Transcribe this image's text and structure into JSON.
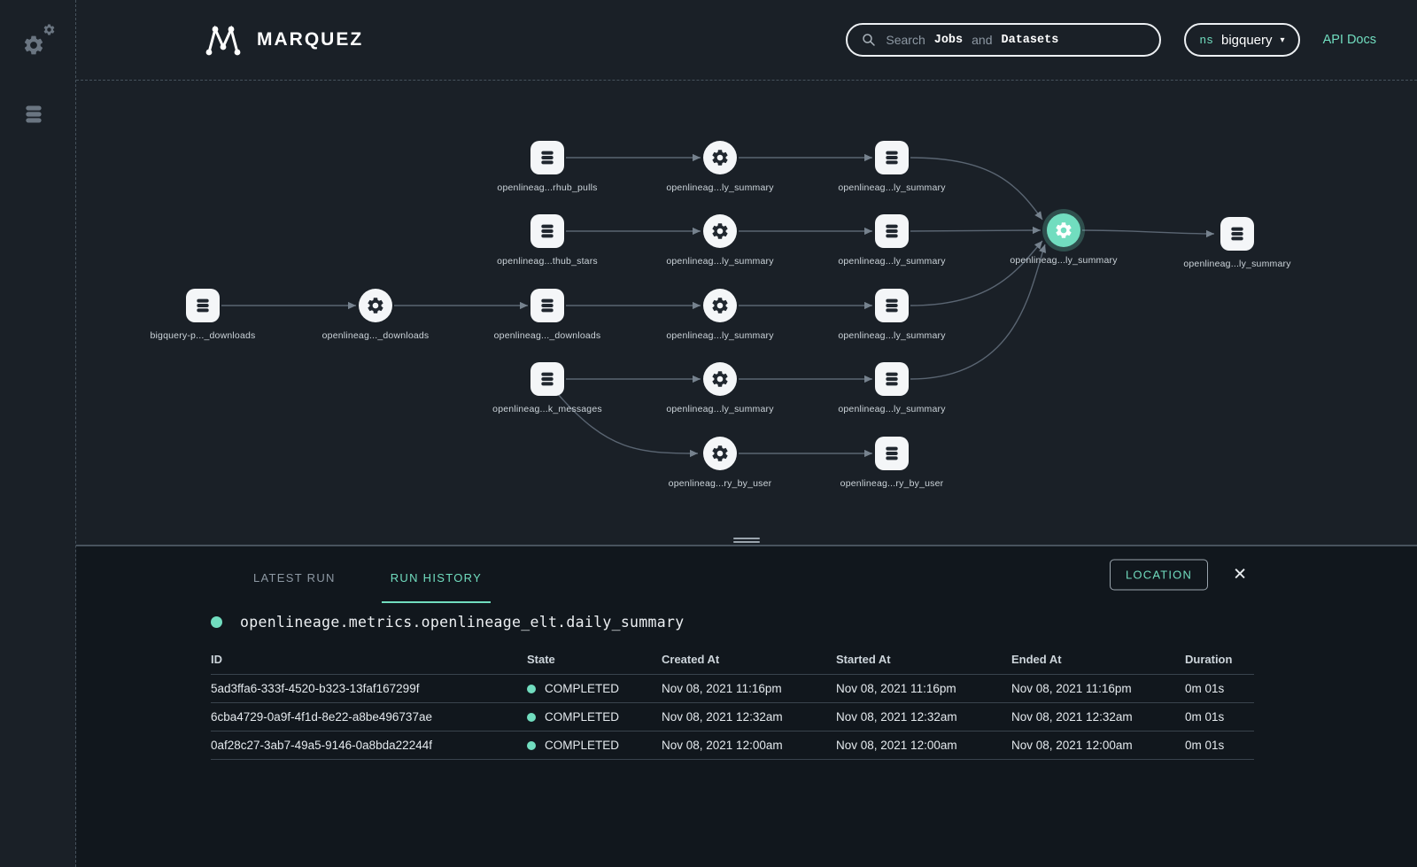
{
  "app": {
    "title": "MARQUEZ"
  },
  "header": {
    "search": {
      "prefix": "Search",
      "jobs": "Jobs",
      "and": "and",
      "datasets": "Datasets"
    },
    "namespace": {
      "label": "ns",
      "value": "bigquery",
      "caret": "▾"
    },
    "api_docs": "API Docs"
  },
  "sidebar": {
    "items": [
      {
        "name": "jobs",
        "icon": "gears-icon"
      },
      {
        "name": "datasets",
        "icon": "database-icon"
      }
    ]
  },
  "graph": {
    "nodes": [
      {
        "type": "dataset",
        "label": "openlineag...rhub_pulls"
      },
      {
        "type": "job",
        "label": "openlineag...ly_summary"
      },
      {
        "type": "dataset",
        "label": "openlineag...ly_summary"
      },
      {
        "type": "dataset",
        "label": "openlineag...thub_stars"
      },
      {
        "type": "job",
        "label": "openlineag...ly_summary"
      },
      {
        "type": "dataset",
        "label": "openlineag...ly_summary"
      },
      {
        "type": "dataset",
        "label": "bigquery-p..._downloads"
      },
      {
        "type": "job",
        "label": "openlineag..._downloads"
      },
      {
        "type": "dataset",
        "label": "openlineag..._downloads"
      },
      {
        "type": "job",
        "label": "openlineag...ly_summary"
      },
      {
        "type": "dataset",
        "label": "openlineag...ly_summary"
      },
      {
        "type": "dataset",
        "label": "openlineag...k_messages"
      },
      {
        "type": "job",
        "label": "openlineag...ly_summary"
      },
      {
        "type": "dataset",
        "label": "openlineag...ly_summary"
      },
      {
        "type": "job",
        "label": "openlineag...ry_by_user"
      },
      {
        "type": "dataset",
        "label": "openlineag...ry_by_user"
      },
      {
        "type": "job-selected",
        "label": "openlineag...ly_summary"
      },
      {
        "type": "dataset",
        "label": "openlineag...ly_summary"
      }
    ]
  },
  "panel": {
    "tabs": [
      {
        "label": "LATEST RUN",
        "active": false
      },
      {
        "label": "RUN HISTORY",
        "active": true
      }
    ],
    "location_button": "LOCATION",
    "close_icon": "✕",
    "job_title": "openlineage.metrics.openlineage_elt.daily_summary",
    "table": {
      "headers": [
        "ID",
        "State",
        "Created At",
        "Started At",
        "Ended At",
        "Duration"
      ],
      "rows": [
        {
          "id": "5ad3ffa6-333f-4520-b323-13faf167299f",
          "state": "COMPLETED",
          "created_at": "Nov 08, 2021 11:16pm",
          "started_at": "Nov 08, 2021 11:16pm",
          "ended_at": "Nov 08, 2021 11:16pm",
          "duration": "0m 01s"
        },
        {
          "id": "6cba4729-0a9f-4f1d-8e22-a8be496737ae",
          "state": "COMPLETED",
          "created_at": "Nov 08, 2021 12:32am",
          "started_at": "Nov 08, 2021 12:32am",
          "ended_at": "Nov 08, 2021 12:32am",
          "duration": "0m 01s"
        },
        {
          "id": "0af28c27-3ab7-49a5-9146-0a8bda22244f",
          "state": "COMPLETED",
          "created_at": "Nov 08, 2021 12:00am",
          "started_at": "Nov 08, 2021 12:00am",
          "ended_at": "Nov 08, 2021 12:00am",
          "duration": "0m 01s"
        }
      ]
    }
  },
  "colors": {
    "accent": "#71ddbf",
    "background": "#1a2027",
    "panel_background": "#11171d"
  }
}
